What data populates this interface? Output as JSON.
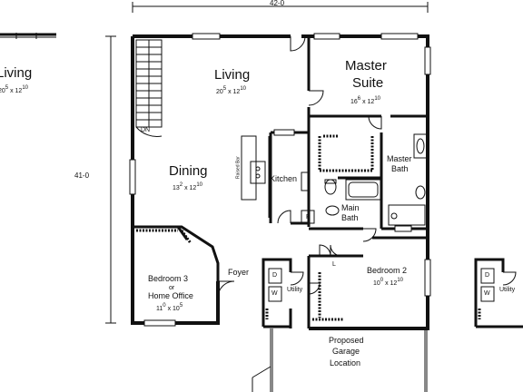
{
  "dimensions": {
    "width_label": "42-0",
    "depth_label": "41-0"
  },
  "rooms": {
    "living": {
      "name": "Living",
      "size_w": "20",
      "size_w_in": "5",
      "size_d": "12",
      "size_d_in": "10"
    },
    "master": {
      "name_line1": "Master",
      "name_line2": "Suite",
      "size_w": "16",
      "size_w_in": "6",
      "size_d": "12",
      "size_d_in": "10"
    },
    "dining": {
      "name": "Dining",
      "size_w": "13",
      "size_w_in": "2",
      "size_d": "12",
      "size_d_in": "10"
    },
    "kitchen": {
      "name": "Kitchen"
    },
    "raised_bar": {
      "name": "Raised Bar"
    },
    "master_bath": {
      "name_line1": "Master",
      "name_line2": "Bath"
    },
    "main_bath": {
      "name_line1": "Main",
      "name_line2": "Bath"
    },
    "bedroom3": {
      "name_line1": "Bedroom 3",
      "name_line2": "or",
      "name_line3": "Home Office",
      "size_w": "11",
      "size_w_in": "0",
      "size_d": "10",
      "size_d_in": "5"
    },
    "foyer": {
      "name": "Foyer"
    },
    "bedroom2": {
      "name": "Bedroom 2",
      "size_w": "10",
      "size_w_in": "0",
      "size_d": "12",
      "size_d_in": "10"
    },
    "utility": {
      "name": "Utility"
    },
    "utility_alt": {
      "name": "Utility"
    },
    "living_alt": {
      "name": "Living",
      "size_w": "20",
      "size_w_in": "5",
      "size_d": "12",
      "size_d_in": "10"
    },
    "garage": {
      "line1": "Proposed",
      "line2": "Garage",
      "line3": "Location"
    }
  },
  "fixtures": {
    "stairs_down": "DN",
    "pantry": "P",
    "linen": "L",
    "washer": "W",
    "dryer": "D"
  },
  "colors": {
    "ink": "#111111",
    "background": "#ffffff"
  }
}
